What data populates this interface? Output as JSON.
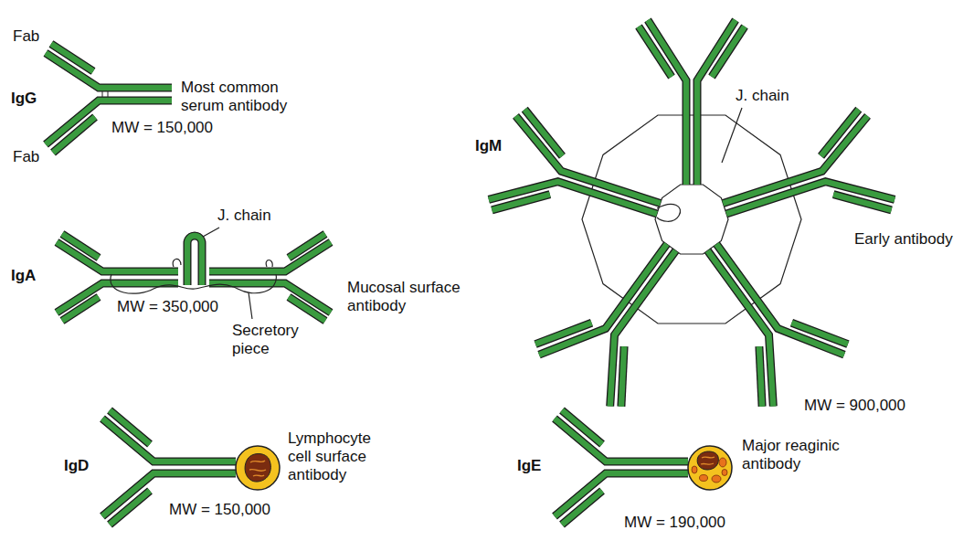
{
  "diagram": {
    "labels": [
      "Fab",
      "IgG",
      "Most common serum antibody",
      "MW = 150,000",
      "Fab",
      "IgA",
      "J. chain",
      "Mucosal surface antibody",
      "MW = 350,000",
      "Secretory piece",
      "IgM",
      "J. chain",
      "Early antibody",
      "MW = 900,000",
      "IgD",
      "Lymphocyte cell surface antibody",
      "MW = 150,000",
      "IgE",
      "Major reaginic antibody",
      "MW = 190,000"
    ]
  }
}
